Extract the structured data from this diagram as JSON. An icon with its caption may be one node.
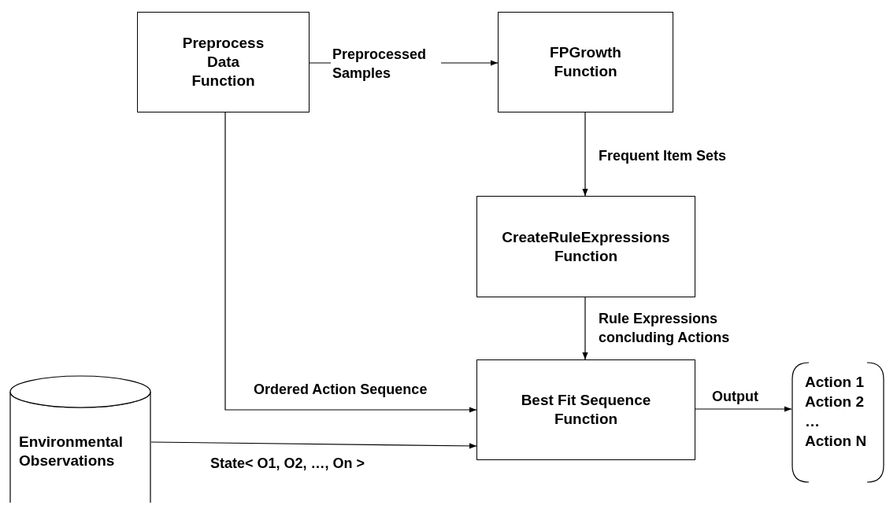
{
  "diagram": {
    "nodes": [
      {
        "text": [
          "Preprocess Data Function"
        ]
      },
      {
        "text": [
          "FPGrowth Function"
        ]
      },
      {
        "text": [
          "CreateRuleExpressions Function"
        ]
      },
      {
        "text": [
          "Best Fit Sequence Function"
        ]
      },
      {
        "text": [
          "Environmental Observations"
        ]
      },
      {
        "text": [
          "Action 1",
          "Action 2",
          "…",
          "Action N"
        ]
      }
    ],
    "edges": [
      {
        "from": 0,
        "to": 1,
        "arrow": "to",
        "label": "Preprocessed Samples"
      },
      {
        "from": 1,
        "to": 2,
        "arrow": "to",
        "label": "Frequent Item Sets"
      },
      {
        "from": 2,
        "to": 3,
        "arrow": "to",
        "label": "Rule Expressions concluding Actions"
      },
      {
        "from": 0,
        "to": 3,
        "arrow": "to",
        "label": "Ordered Action Sequence"
      },
      {
        "from": 4,
        "to": 3,
        "arrow": "to",
        "label": "State< O1, O2, …, On >"
      },
      {
        "from": 3,
        "to": 5,
        "arrow": "to",
        "label": "Output"
      }
    ]
  }
}
